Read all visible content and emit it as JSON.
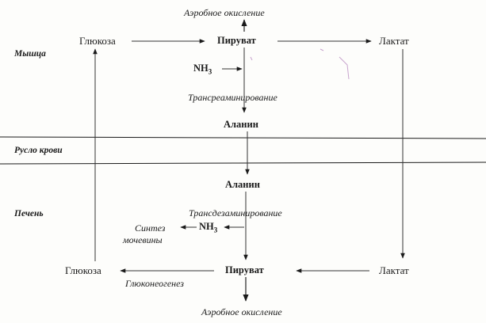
{
  "muscle": {
    "zone_label": "Мышца",
    "glucose": "Глюкоза",
    "pyruvate": "Пируват",
    "lactate": "Лактат",
    "aerobic_oxidation": "Аэробное окисление",
    "nh3": "NH",
    "nh3_sub": "3",
    "transamination": "Трансреаминирование",
    "alanine": "Аланин"
  },
  "blood": {
    "zone_label": "Русло крови"
  },
  "liver": {
    "zone_label": "Печень",
    "alanine": "Аланин",
    "transdeamination": "Трансдезаминирование",
    "nh3": "NH",
    "nh3_sub": "3",
    "urea_synthesis_line1": "Синтез",
    "urea_synthesis_line2": "мочевины",
    "glucose": "Глюкоза",
    "pyruvate": "Пируват",
    "lactate": "Лактат",
    "gluconeogenesis": "Глюконеогенез",
    "aerobic_oxidation": "Аэробное окисление"
  },
  "colors": {
    "ink": "#1a1a1a",
    "paper": "#fdfdfb",
    "stray_marks": "#9b5aa8"
  }
}
